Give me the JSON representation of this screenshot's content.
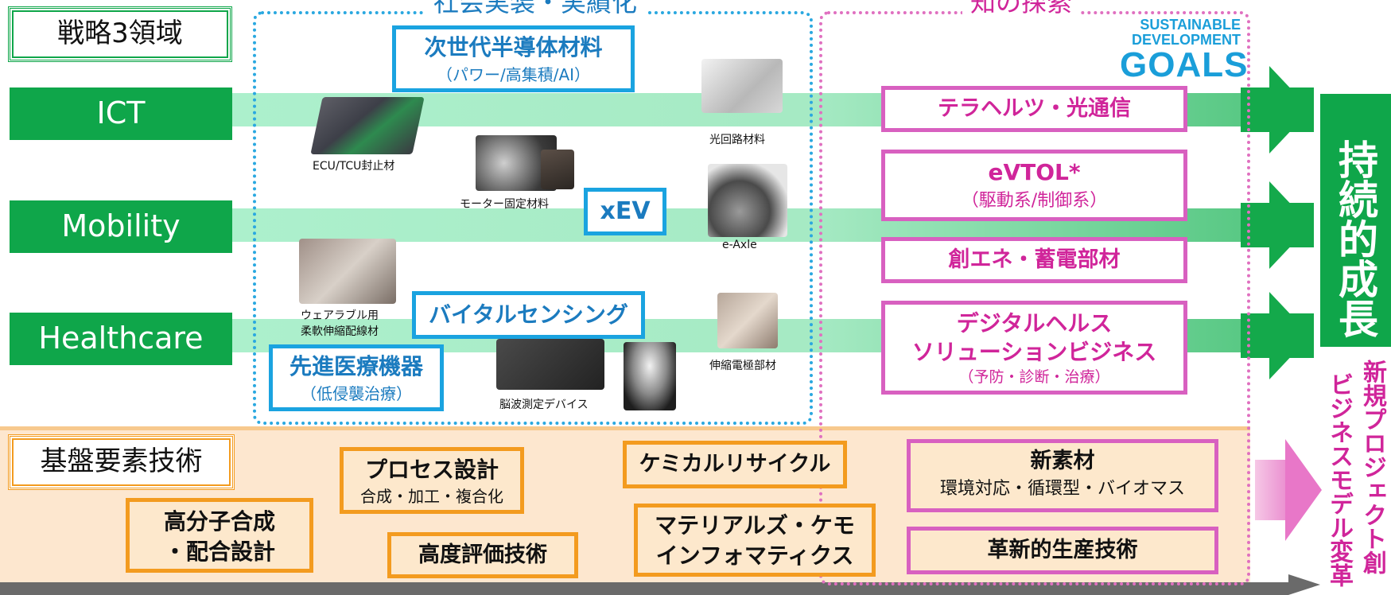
{
  "top_titles": {
    "left": "社会実装・実績化",
    "right": "知の探索"
  },
  "section_label": "戦略3領域",
  "domains": [
    "ICT",
    "Mobility",
    "Healthcare"
  ],
  "sdg": {
    "line1": "SUSTAINABLE",
    "line2": "DEVELOPMENT",
    "line3": "GOALS"
  },
  "blue_boxes": {
    "semiconductor": {
      "title": "次世代半導体材料",
      "sub": "（パワー/高集積/AI）"
    },
    "xev": {
      "title": "xEV"
    },
    "vital": {
      "title": "バイタルセンシング"
    },
    "medical": {
      "title": "先進医療機器",
      "sub": "（低侵襲治療）"
    }
  },
  "captions": {
    "ecu": "ECU/TCU封止材",
    "motor": "モーター固定材料",
    "optical": "光回路材料",
    "eaxle": "e-Axle",
    "wearable1": "ウェアラブル用",
    "wearable2": "柔軟伸縮配線材",
    "eeg": "脳波測定デバイス",
    "electrode": "伸縮電極部材"
  },
  "pink_boxes": {
    "terahertz": {
      "title": "テラヘルツ・光通信"
    },
    "evtol": {
      "title": "eVTOL*",
      "sub": "（駆動系/制御系）"
    },
    "energy": {
      "title": "創エネ・蓄電部材"
    },
    "digital": {
      "line1": "デジタルヘルス",
      "line2": "ソリューションビジネス",
      "sub": "（予防・診断・治療）"
    }
  },
  "growth_label": "持続的成長",
  "new_project_label": {
    "col1": "新規プロジェクト創出",
    "col2": "ビジネスモデル変革"
  },
  "base_tech": {
    "label": "基盤要素技術",
    "items": {
      "polymer": {
        "line1": "高分子合成",
        "line2": "・配合設計"
      },
      "process": {
        "line1": "プロセス設計",
        "line2": "合成・加工・複合化"
      },
      "evaluation": {
        "line1": "高度評価技術"
      },
      "chemical": {
        "line1": "ケミカルリサイクル"
      },
      "mi": {
        "line1": "マテリアルズ・ケモ",
        "line2": "インフォマティクス"
      },
      "newmat": {
        "line1": "新素材",
        "line2": "環境対応・循環型・バイオマス"
      },
      "production": {
        "line1": "革新的生産技術"
      }
    }
  },
  "colors": {
    "green": "#0fa64a",
    "blue": "#1aa3e0",
    "pink": "#d860c0",
    "orange": "#f39b1f",
    "orange_fill": "#fde8cc"
  }
}
